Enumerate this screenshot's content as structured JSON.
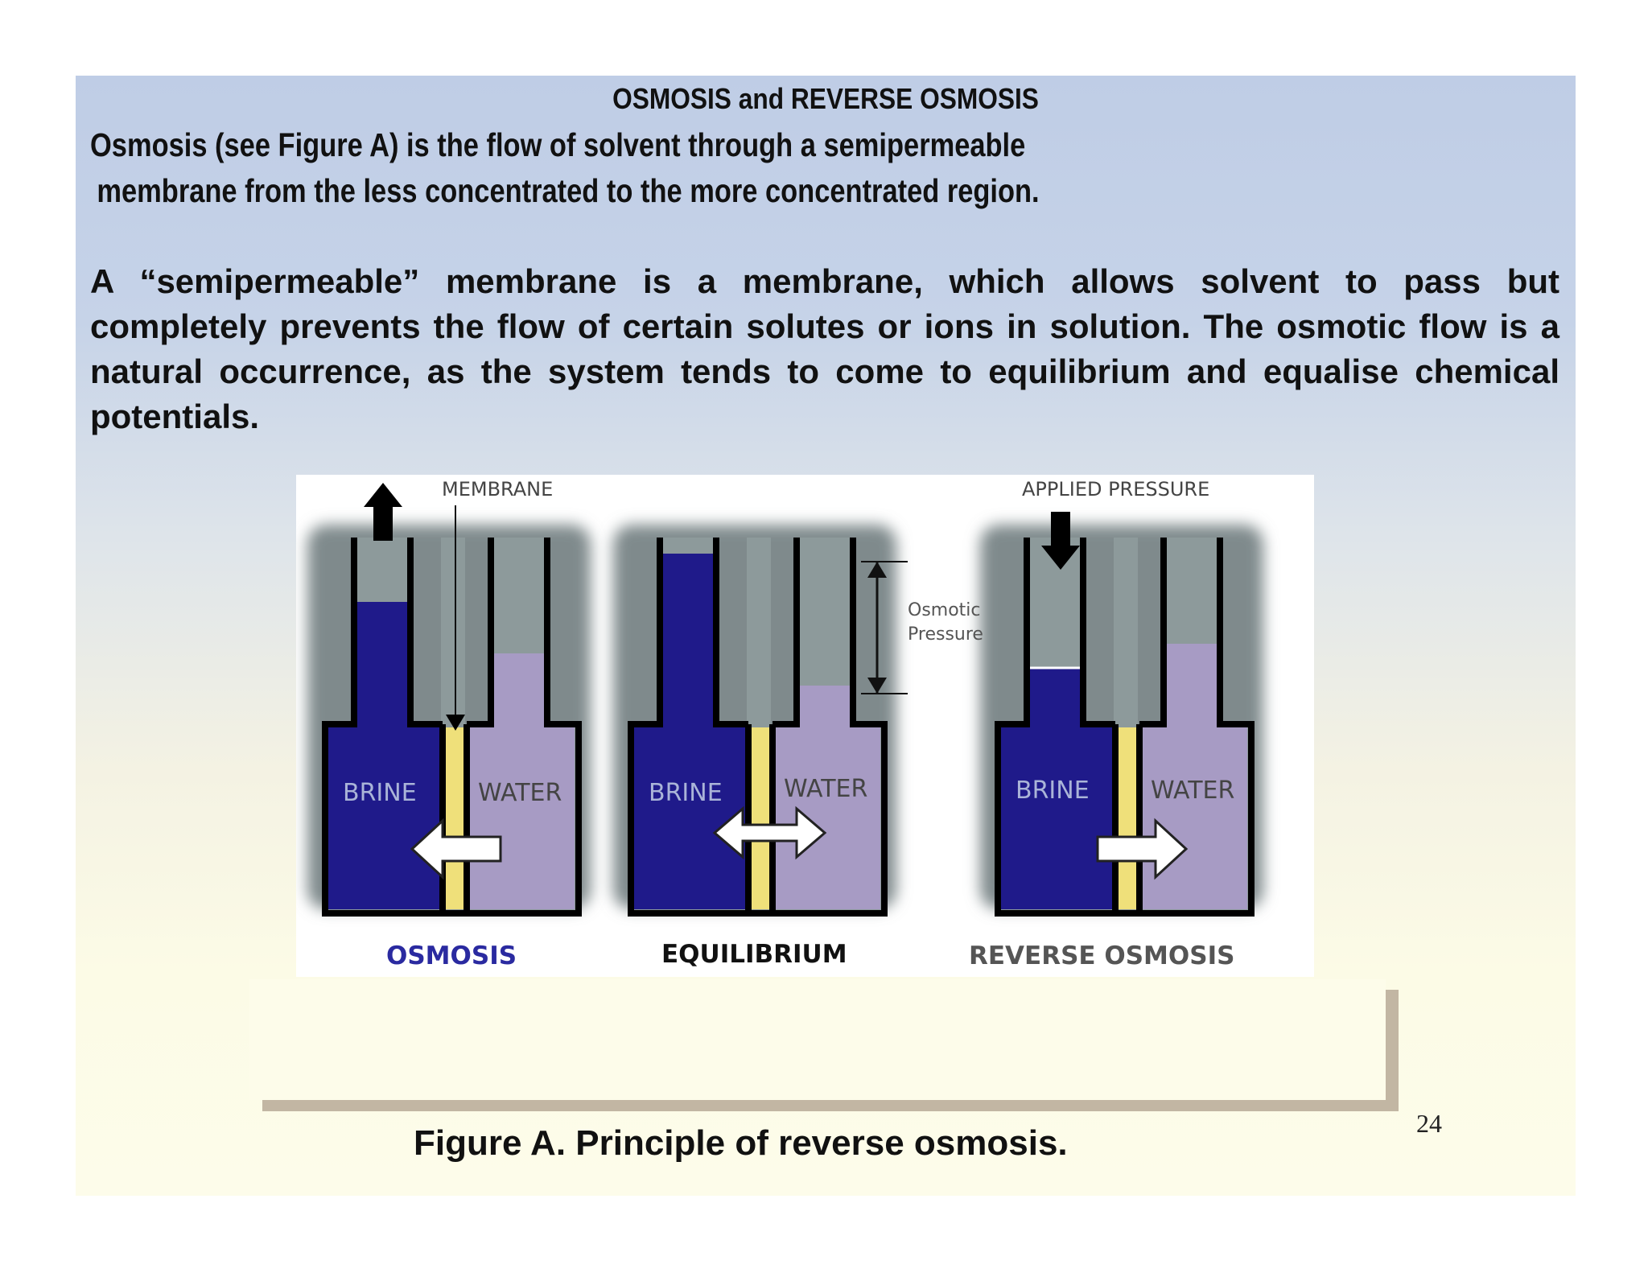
{
  "slide": {
    "title": "OSMOSIS and REVERSE OSMOSIS",
    "intro_lines": [
      "Osmosis (see Figure A) is the flow of solvent through a semipermeable",
      "membrane from the less concentrated to the more concentrated region."
    ],
    "paragraph": "A “semipermeable” membrane is a membrane, which allows solvent to pass but completely prevents the flow of certain solutes or ions in solution. The osmotic flow is a natural occurrence, as the system tends to come to equilibrium and equalise chemical potentials.",
    "caption": "Figure A. Principle of reverse osmosis.",
    "page_number": "24"
  },
  "figure": {
    "membrane_label": "MEMBRANE",
    "applied_pressure_label": "APPLIED PRESSURE",
    "osmotic_pressure_label": [
      "Osmotic",
      "Pressure"
    ],
    "panels": [
      {
        "left_label": "BRINE",
        "right_label": "WATER",
        "title": "OSMOSIS"
      },
      {
        "left_label": "BRINE",
        "right_label": "WATER",
        "title": "EQUILIBRIUM"
      },
      {
        "left_label": "BRINE",
        "right_label": "WATER",
        "title": "REVERSE OSMOSIS"
      }
    ],
    "colors": {
      "brine": "#1f1a8a",
      "water": "#a79bc4",
      "membrane": "#efe07a",
      "empty": "#8d9a9b",
      "wall": "#000000",
      "osmosis_title": "#2a2aa0",
      "equilibrium_title": "#111111",
      "reverse_title": "#555555"
    }
  }
}
